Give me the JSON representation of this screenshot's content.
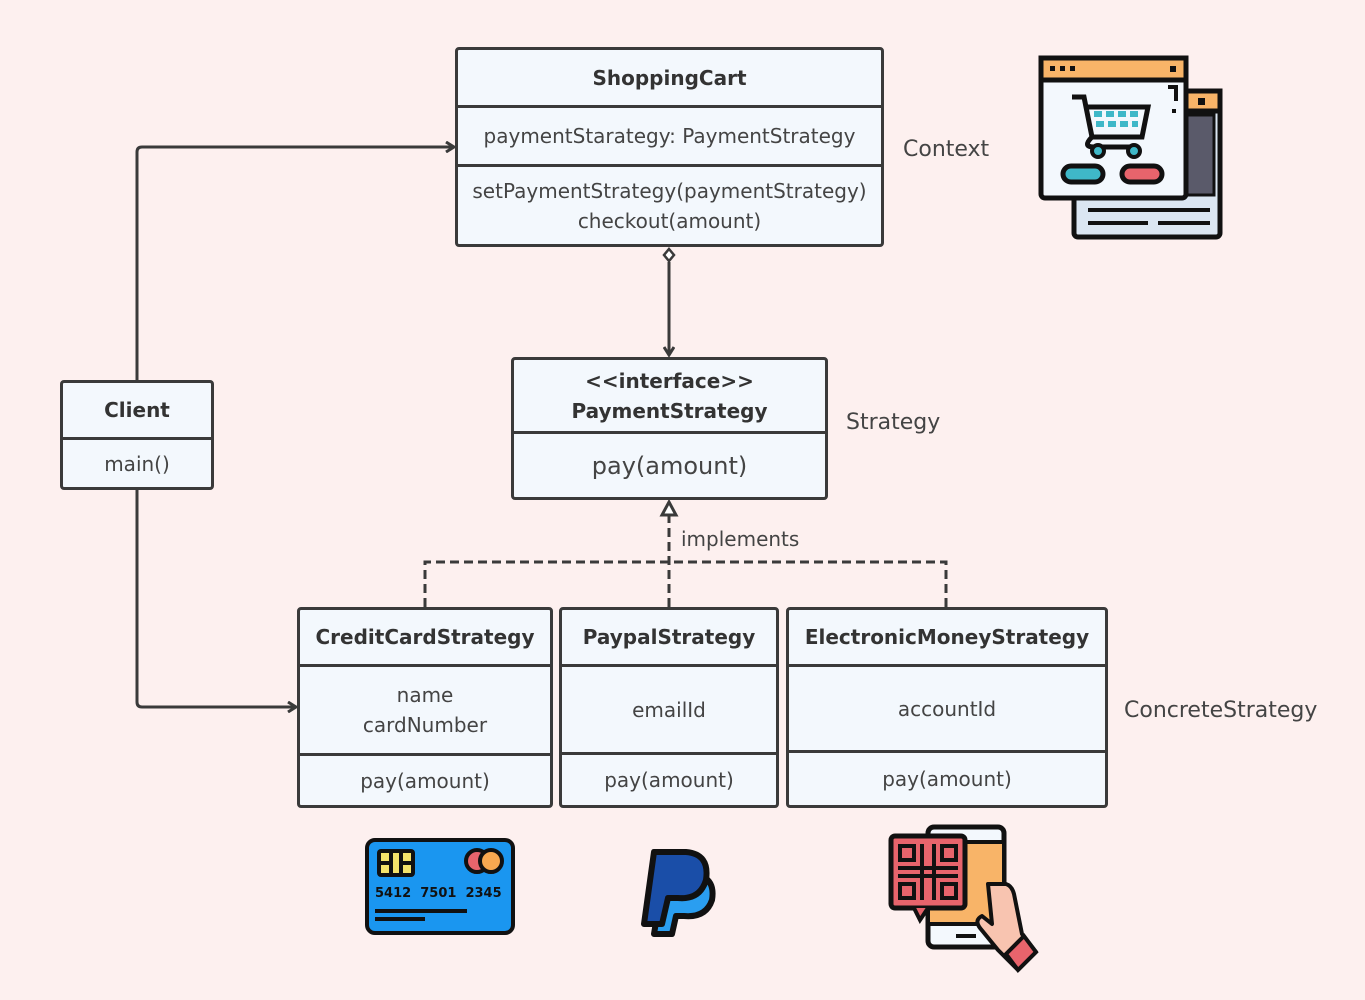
{
  "classes": {
    "shopping_cart": {
      "name": "ShoppingCart",
      "attributes": [
        "paymentStarategy: PaymentStrategy"
      ],
      "methods": [
        "setPaymentStrategy(paymentStrategy)",
        "checkout(amount)"
      ]
    },
    "payment_strategy": {
      "stereotype": "<<interface>>",
      "name": "PaymentStrategy",
      "methods": [
        "pay(amount)"
      ]
    },
    "client": {
      "name": "Client",
      "methods": [
        "main()"
      ]
    },
    "credit_card": {
      "name": "CreditCardStrategy",
      "attributes": [
        "name",
        "cardNumber"
      ],
      "methods": [
        "pay(amount)"
      ]
    },
    "paypal": {
      "name": "PaypalStrategy",
      "attributes": [
        "emailId"
      ],
      "methods": [
        "pay(amount)"
      ]
    },
    "electronic_money": {
      "name": "ElectronicMoneyStrategy",
      "attributes": [
        "accountId"
      ],
      "methods": [
        "pay(amount)"
      ]
    }
  },
  "labels": {
    "context": "Context",
    "strategy": "Strategy",
    "concrete_strategy": "ConcreteStrategy",
    "implements": "implements"
  },
  "icons": {
    "shopping_cart": "shopping-cart-window-icon",
    "credit_card": "credit-card-icon",
    "credit_card_number": "5412  7501  2345",
    "paypal": "paypal-logo-icon",
    "electronic_money": "qr-code-phone-icon"
  },
  "colors": {
    "background": "#fdf0ef",
    "box_fill": "#f3f8fd",
    "stroke": "#3a3a3a",
    "card_blue": "#1a96f0",
    "paypal_dark": "#1a4ea8",
    "paypal_light": "#2a9ef0",
    "qr_red": "#e8646c",
    "phone_orange": "#f8b468",
    "window_orange": "#f8b468"
  }
}
